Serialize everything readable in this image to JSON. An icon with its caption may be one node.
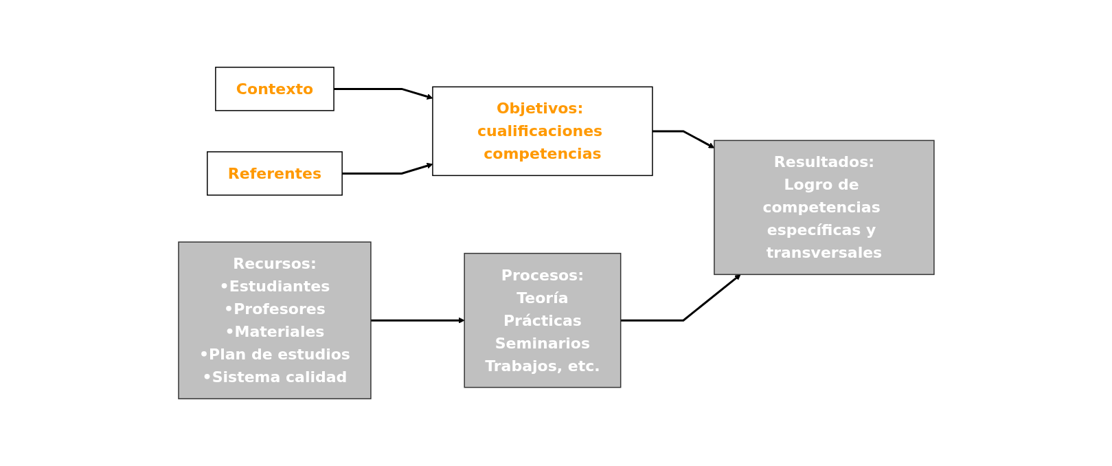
{
  "diagram": {
    "nodes": [
      {
        "text": [
          "Contexto"
        ]
      },
      {
        "text": [
          "Objetivos: cualificaciones competencias"
        ]
      },
      {
        "text": [
          "Referentes"
        ]
      },
      {
        "text": [
          "Recursos:",
          "•Estudiantes",
          "•Profesores",
          "•Materiales",
          "•Plan de estudios",
          "•Sistema calidad"
        ]
      },
      {
        "text": [
          "Procesos:",
          "Teoría",
          "Prácticas",
          "Seminarios",
          "Trabajos, etc."
        ]
      },
      {
        "text": [
          "Resultados:",
          "Logro de competencias específicas y transversales"
        ]
      }
    ],
    "edges": [
      {
        "from": 0,
        "to": 1,
        "arrow": "to"
      },
      {
        "from": 2,
        "to": 1,
        "arrow": "to"
      },
      {
        "from": 1,
        "to": 5,
        "arrow": "to"
      },
      {
        "from": 3,
        "to": 4,
        "arrow": "to"
      },
      {
        "from": 4,
        "to": 5,
        "arrow": "to"
      }
    ]
  }
}
